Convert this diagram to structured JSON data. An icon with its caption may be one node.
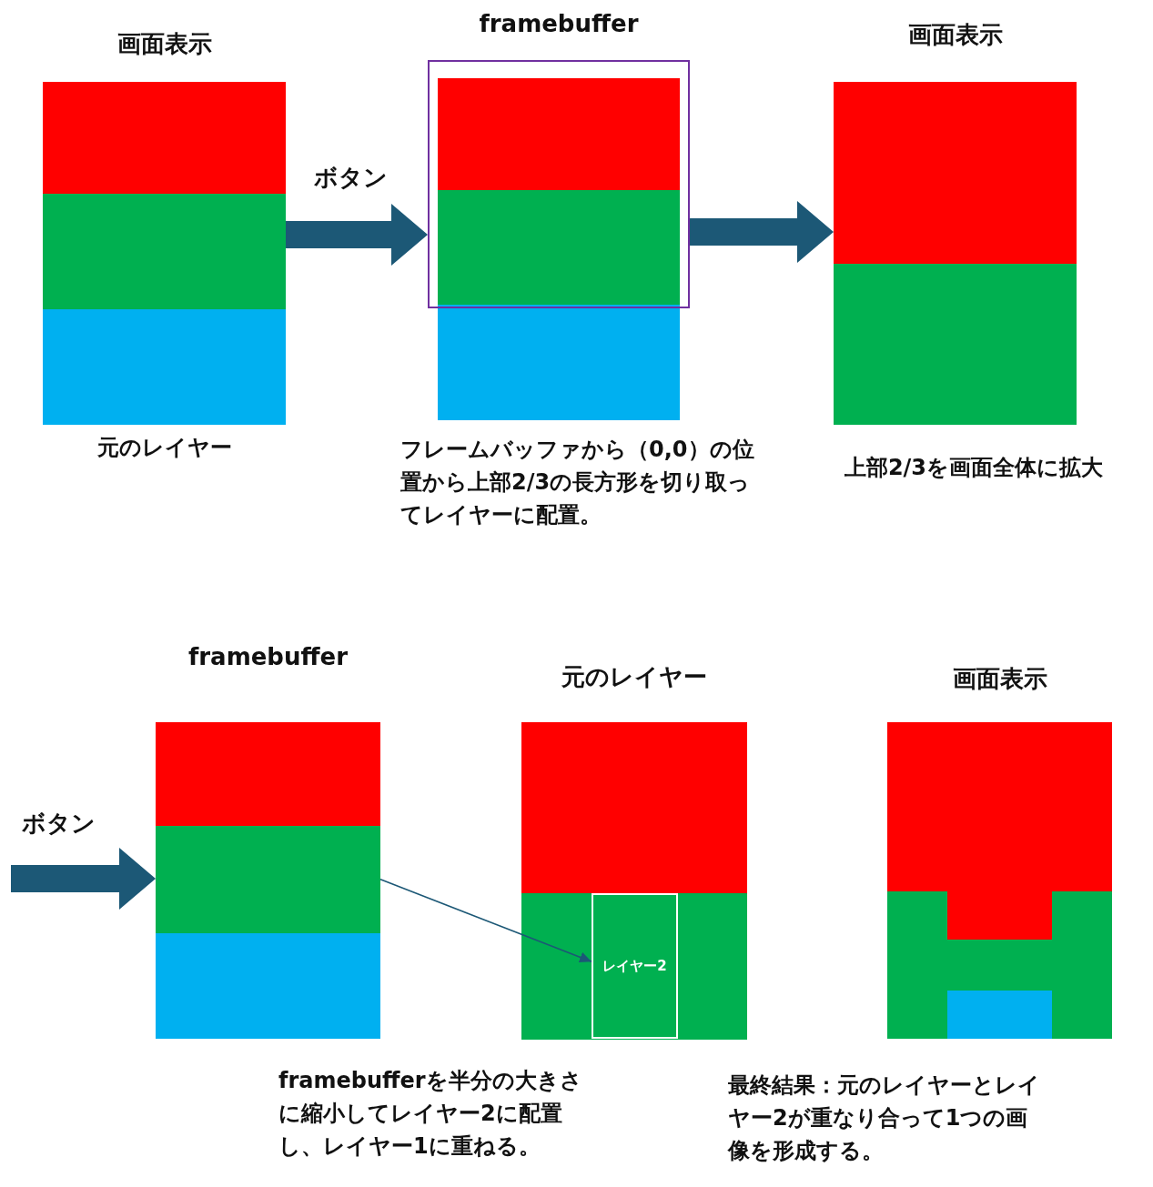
{
  "diagram": {
    "nodes": [
      {
        "text": [
          "画面表示"
        ],
        "beside": [
          "元のレイヤー"
        ]
      },
      {
        "text": [
          "framebuffer"
        ],
        "beside": [
          "フレームバッファから（0,0）の位置から上部2/3の長方形を切り取ってレイヤーに配置。"
        ]
      },
      {
        "text": [
          "画面表示"
        ],
        "beside": [
          "上部2/3を画面全体に拡大"
        ]
      },
      {
        "text": [
          "framebuffer"
        ],
        "beside": [
          "framebufferを半分の大きさに縮小してレイヤー2に配置し、レイヤー1に重ねる。"
        ]
      },
      {
        "text": [
          "元のレイヤー"
        ]
      },
      {
        "text": [
          "レイヤー2"
        ],
        "in": 4
      },
      {
        "text": [
          "画面表示"
        ],
        "beside": [
          "最終結果：元のレイヤーとレイヤー2が重なり合って1つの画像を形成する。"
        ]
      },
      {
        "text": [],
        "shape": "box",
        "in": 6
      },
      {
        "text": [],
        "shape": "box",
        "in": 6
      }
    ],
    "edges": [
      {
        "from": 0,
        "to": 1,
        "arrow": "to",
        "label": "ボタン"
      },
      {
        "from": 1,
        "to": 2,
        "arrow": "to"
      },
      {
        "from": null,
        "to": 3,
        "arrow": "to",
        "label": "ボタン"
      },
      {
        "from": 3,
        "to": 5,
        "arrow": "to"
      }
    ]
  }
}
